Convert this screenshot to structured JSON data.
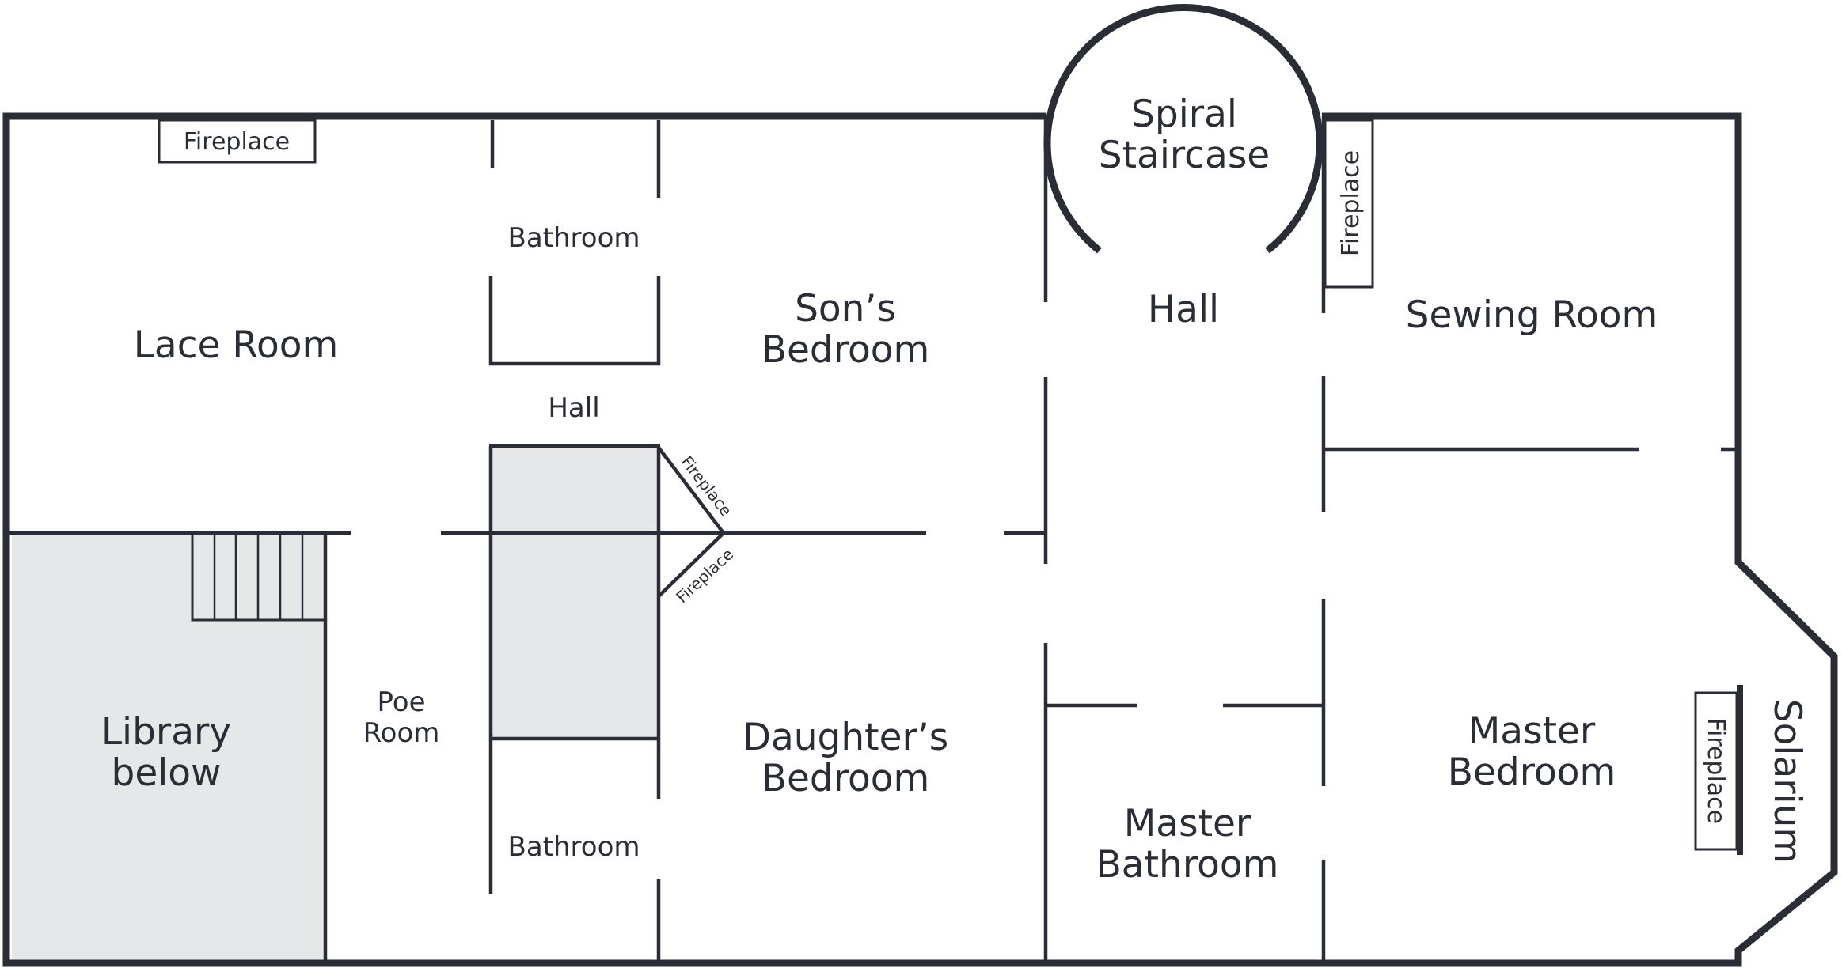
{
  "colors": {
    "wall": "#2b2d36",
    "shaded_area": "#e6e7e9",
    "background": "#ffffff"
  },
  "rooms": {
    "spiral_staircase": [
      "Spiral",
      "Staircase"
    ],
    "lace_room": "Lace Room",
    "bathroom_upper": "Bathroom",
    "sons_bedroom": [
      "Son’s",
      "Bedroom"
    ],
    "hall_center": "Hall",
    "hall_left": "Hall",
    "sewing_room": "Sewing Room",
    "library": [
      "Library",
      "below"
    ],
    "poe_room": [
      "Poe",
      "Room"
    ],
    "daughters_bedroom": [
      "Daughter’s",
      "Bedroom"
    ],
    "bathroom_lower": "Bathroom",
    "master_bathroom": [
      "Master",
      "Bathroom"
    ],
    "master_bedroom": [
      "Master",
      "Bedroom"
    ],
    "solarium": "Solarium"
  },
  "fixtures": {
    "fireplace_lace": "Fireplace",
    "fireplace_sewing": "Fireplace",
    "fireplace_sons": "Fireplace",
    "fireplace_daughters": "Fireplace",
    "fireplace_master": "Fireplace"
  }
}
